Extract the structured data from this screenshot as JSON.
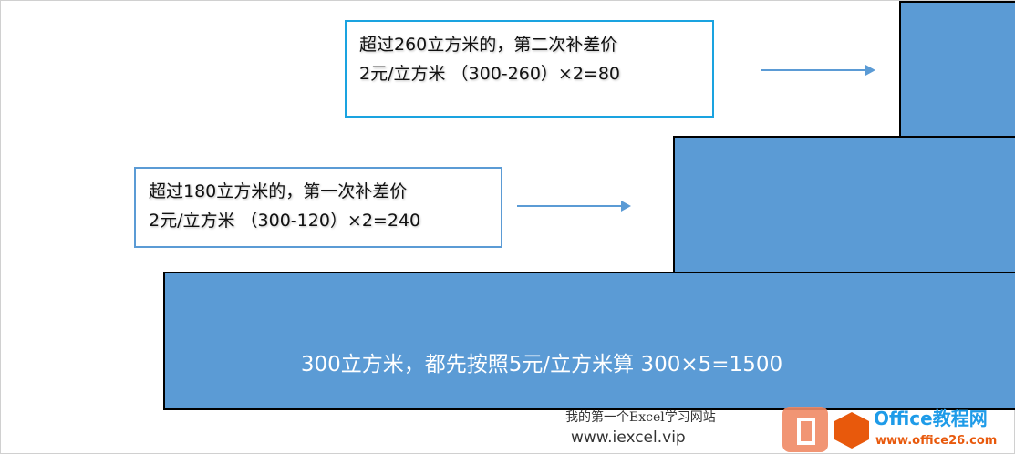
{
  "boxes": [
    {
      "line1": "超过260立方米的，第二次补差价",
      "line2": "2元/立方米 （300-260）×2=80"
    },
    {
      "line1": "超过180立方米的，第一次补差价",
      "line2": "2元/立方米 （300-120）×2=240"
    }
  ],
  "base_label": "300立方米，都先按照5元/立方米算 300×5=1500",
  "watermark": {
    "site1_title": "我的第一个Excel学习网站",
    "site1_url": "www.iexcel.vip",
    "site2_title": "Office教程网",
    "site2_url": "www.office26.com"
  },
  "colors": {
    "fill": "#5b9bd5",
    "box_border_top": "#1aa3e0",
    "box_border_mid": "#5b9bd5"
  }
}
